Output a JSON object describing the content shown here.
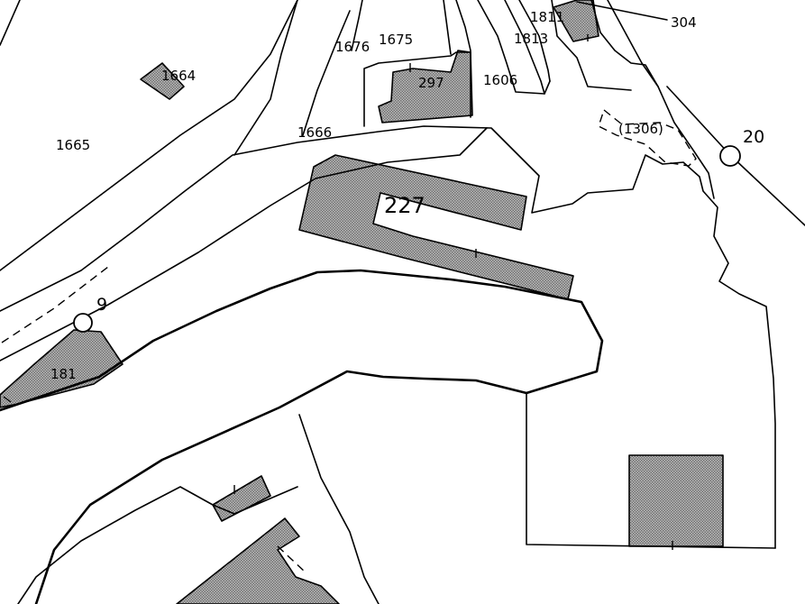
{
  "colors": {
    "line": "#000000",
    "hatch": "#9a9a9a",
    "background": "#ffffff"
  },
  "parcels": {
    "p1811": "1811",
    "p1813": "1813",
    "p304": "304",
    "p1676": "1676",
    "p1675": "1675",
    "p1664": "1664",
    "p297": "297",
    "p1606": "1606",
    "p1306": "(1306)",
    "p1665": "1665",
    "p1666": "1666",
    "p227": "227",
    "p181": "181"
  },
  "points": {
    "pt20": "20",
    "pt9": "9"
  }
}
